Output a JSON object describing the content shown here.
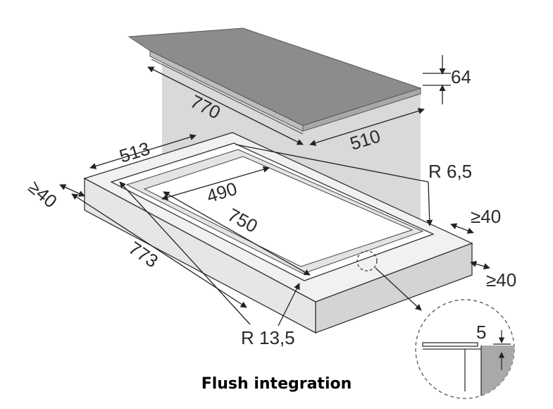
{
  "caption": "Flush integration",
  "dimensions": {
    "hob_width": "770",
    "hob_depth": "510",
    "hob_height": "64",
    "cutout_outer_depth": "513",
    "cutout_inner_depth": "490",
    "cutout_inner_width": "750",
    "cutout_outer_width": "773",
    "corner_radius_inner": "R 6,5",
    "corner_radius_outer": "R 13,5",
    "clearance_left": "≥40",
    "clearance_right_top": "≥40",
    "clearance_right_bottom": "≥40",
    "detail_recess": "5"
  }
}
